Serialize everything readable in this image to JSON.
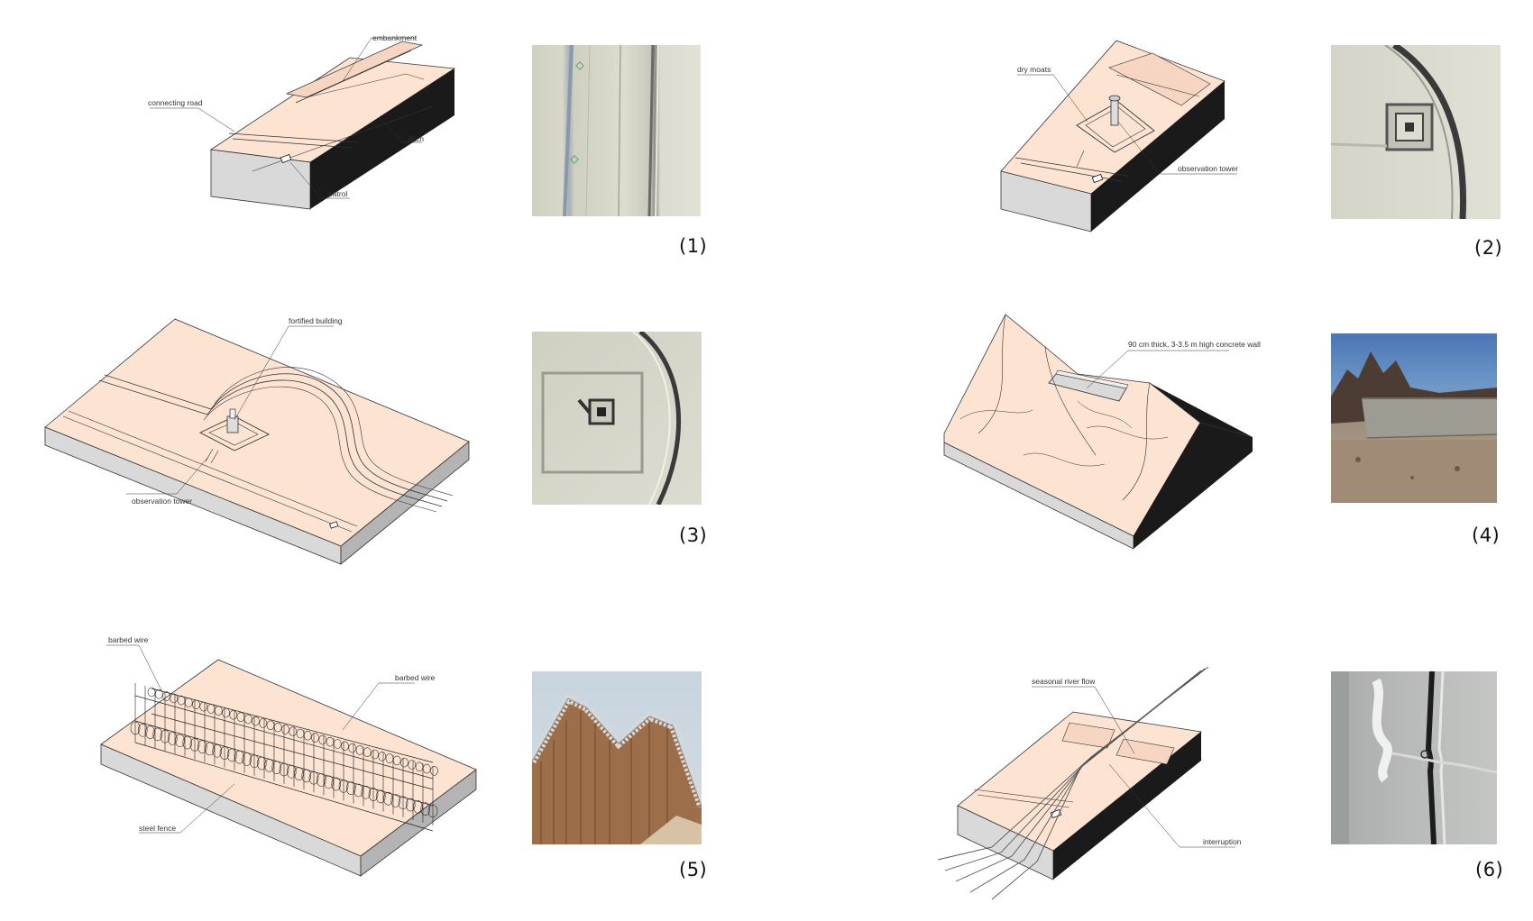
{
  "panels": [
    {
      "number": "(1)",
      "labels": {
        "embankment": "embankment",
        "connecting_road": "connecting road",
        "ditch": "ditch",
        "patrol": "patrol"
      }
    },
    {
      "number": "(2)",
      "labels": {
        "dry_moats": "dry moats",
        "observation_tower": "observation tower"
      }
    },
    {
      "number": "(3)",
      "labels": {
        "fortified_building": "fortified building",
        "observation_tower": "observation tower"
      }
    },
    {
      "number": "(4)",
      "labels": {
        "concrete_wall": "90 cm thick, 3-3.5 m high concrete wall"
      }
    },
    {
      "number": "(5)",
      "labels": {
        "barbed_wire_left": "barbed wire",
        "barbed_wire_right": "barbed wire",
        "steel_fence": "steel fence"
      }
    },
    {
      "number": "(6)",
      "labels": {
        "seasonal_river_flow": "seasonal river flow",
        "interruption": "interruption"
      }
    }
  ],
  "colors": {
    "terrain_top": "#fde3d2",
    "terrain_side": "#b4b4b4",
    "terrain_front": "#d9d9d9",
    "line": "#333333"
  }
}
